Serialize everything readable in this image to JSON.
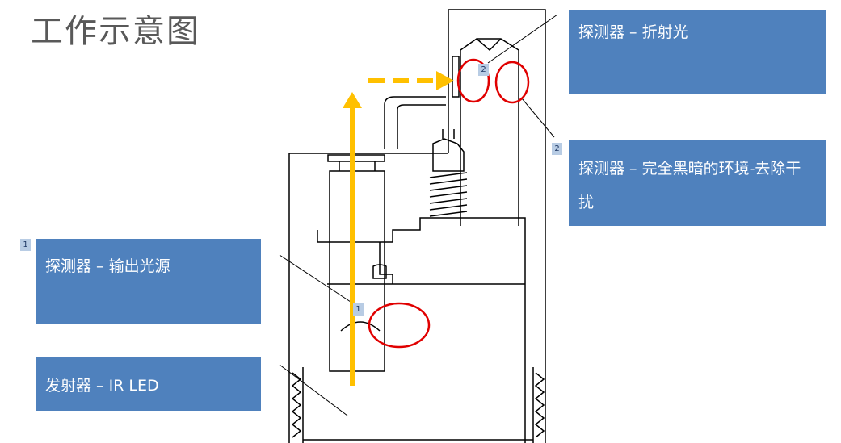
{
  "title": "工作示意图",
  "colors": {
    "callout_bg": "#4f81bd",
    "callout_text": "#ffffff",
    "arrow": "#ffc000",
    "highlight_circle": "#e00000",
    "tag_bg": "#b8cce4"
  },
  "callouts": {
    "refract": "探测器 – 折射光",
    "dark_env": "探测器 – 完全黑暗的环境-去除干扰",
    "output": "探测器 – 输出光源",
    "emitter": "发射器 – IR LED"
  },
  "tags": {
    "output_box": "1",
    "output_marker": "1",
    "refract_marker": "2",
    "dark_box": "2"
  }
}
